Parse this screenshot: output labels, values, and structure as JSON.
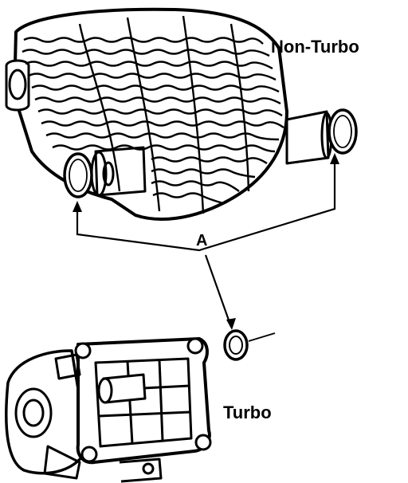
{
  "labels": {
    "non_turbo": "Non-Turbo",
    "turbo": "Turbo",
    "callout": "A"
  },
  "colors": {
    "ink": "#000000",
    "paper": "#ffffff"
  }
}
